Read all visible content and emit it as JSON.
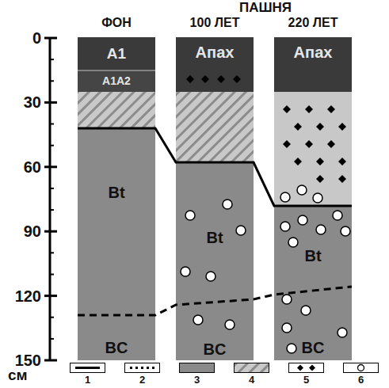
{
  "diagram": {
    "nodes": [
      {
        "text": [
          "ФОН"
        ]
      },
      {
        "text": [
          "A1"
        ],
        "in": 0
      },
      {
        "text": [
          "A1A2"
        ],
        "in": 0
      },
      {
        "text": [
          "Bt"
        ],
        "in": 0
      },
      {
        "text": [
          "BC"
        ],
        "in": 0
      },
      {
        "text": [
          "100 ЛЕТ"
        ]
      },
      {
        "text": [
          "Апах"
        ],
        "in": 5
      },
      {
        "text": [
          "Bt"
        ],
        "in": 5
      },
      {
        "text": [
          "BC"
        ],
        "in": 5
      },
      {
        "text": [
          "220 ЛЕТ"
        ]
      },
      {
        "text": [
          "Апах"
        ],
        "in": 9
      },
      {
        "text": [
          "Bt"
        ],
        "in": 9
      },
      {
        "text": [
          "BC"
        ],
        "in": 9
      }
    ],
    "labels": [
      "ПАШНЯ",
      "0",
      "30",
      "60",
      "90",
      "120",
      "150",
      "см"
    ],
    "legend": [
      {
        "text": "1"
      },
      {
        "text": "2"
      },
      {
        "text": "3",
        "color": "#8a8a8a"
      },
      {
        "text": "4"
      },
      {
        "text": "5"
      },
      {
        "text": "6"
      }
    ]
  }
}
